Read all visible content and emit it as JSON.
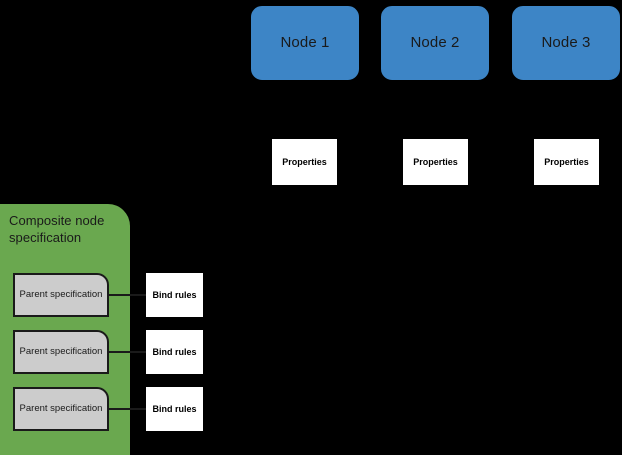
{
  "diagram": {
    "background_color": "#000000",
    "nodes": [
      {
        "id": "node-1",
        "label": "Node 1"
      },
      {
        "id": "node-2",
        "label": "Node 2"
      },
      {
        "id": "node-3",
        "label": "Node 3"
      }
    ],
    "node_color": "#3d85c6",
    "properties": [
      {
        "id": "properties-1",
        "label": "Properties"
      },
      {
        "id": "properties-2",
        "label": "Properties"
      },
      {
        "id": "properties-3",
        "label": "Properties"
      }
    ],
    "properties_color": "#ffffff",
    "composite": {
      "title": "Composite node specification",
      "color": "#6aa84f",
      "parents": [
        {
          "id": "parent-1",
          "label": "Parent specification"
        },
        {
          "id": "parent-2",
          "label": "Parent specification"
        },
        {
          "id": "parent-3",
          "label": "Parent specification"
        }
      ],
      "parent_color": "#cccccc"
    },
    "bind_rules": [
      {
        "id": "bind-1",
        "label": "Bind rules"
      },
      {
        "id": "bind-2",
        "label": "Bind rules"
      },
      {
        "id": "bind-3",
        "label": "Bind rules"
      }
    ],
    "bind_rules_color": "#ffffff"
  }
}
